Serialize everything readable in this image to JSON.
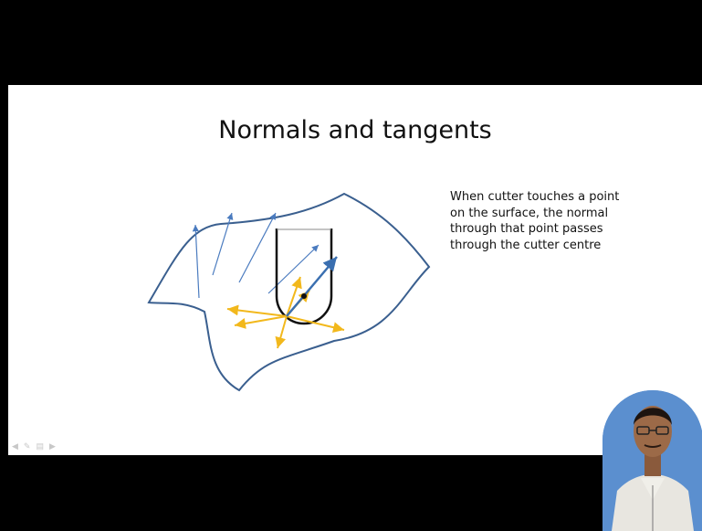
{
  "slide": {
    "title": "Normals and tangents",
    "description_lines": [
      "When cutter touches a point",
      "on the surface, the normal",
      "through that point passes",
      "through the cutter centre"
    ]
  },
  "navigation_icons": [
    "back-arrow-icon",
    "pen-icon",
    "slide-menu-icon",
    "forward-arrow-icon"
  ],
  "colors": {
    "surface_outline": "#3a5f8f",
    "normals": "#4a7bbf",
    "tangents": "#f2b81c",
    "cutter": "#111111",
    "letterbox": "#000000"
  }
}
